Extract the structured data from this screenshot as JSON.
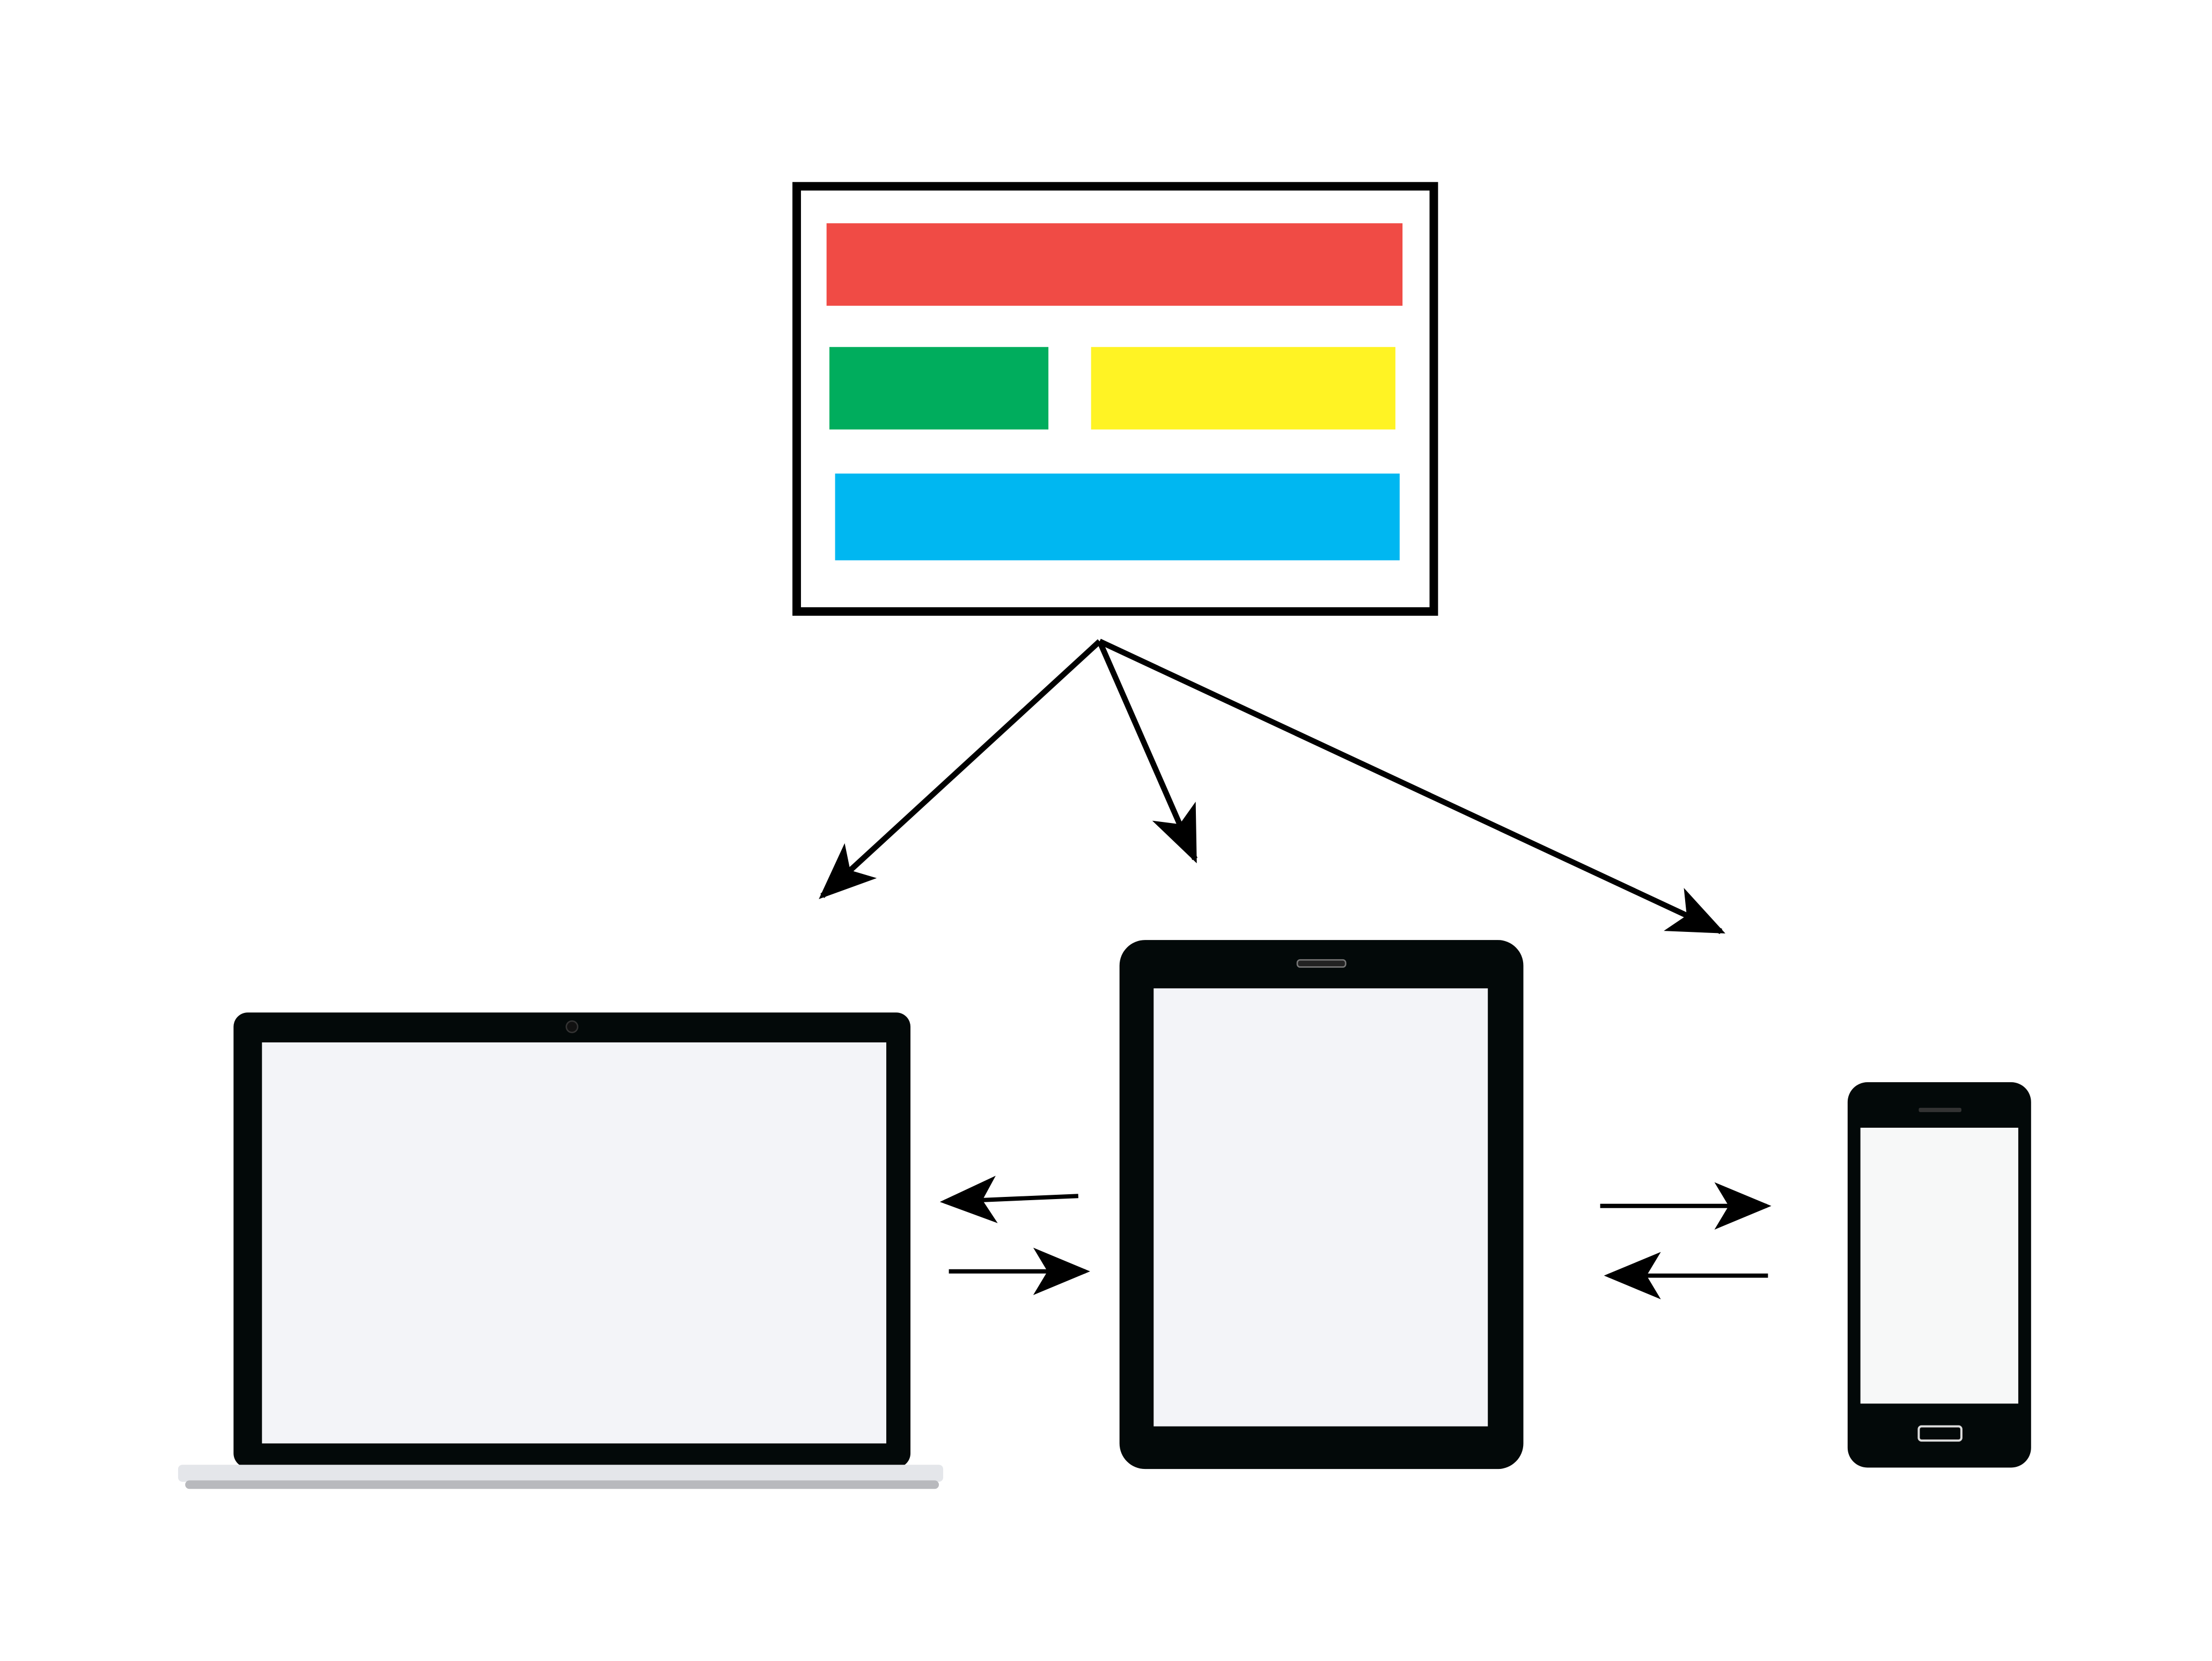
{
  "colors": {
    "frame": "#000000",
    "header_block": "#f04b45",
    "left_block": "#00ad5d",
    "right_block": "#fff324",
    "footer_block": "#00b7f1",
    "device_body": "#030909",
    "device_screen": "#f3f4f8",
    "laptop_base": "#e4e6ea"
  },
  "devices": [
    "laptop",
    "tablet",
    "phone"
  ]
}
